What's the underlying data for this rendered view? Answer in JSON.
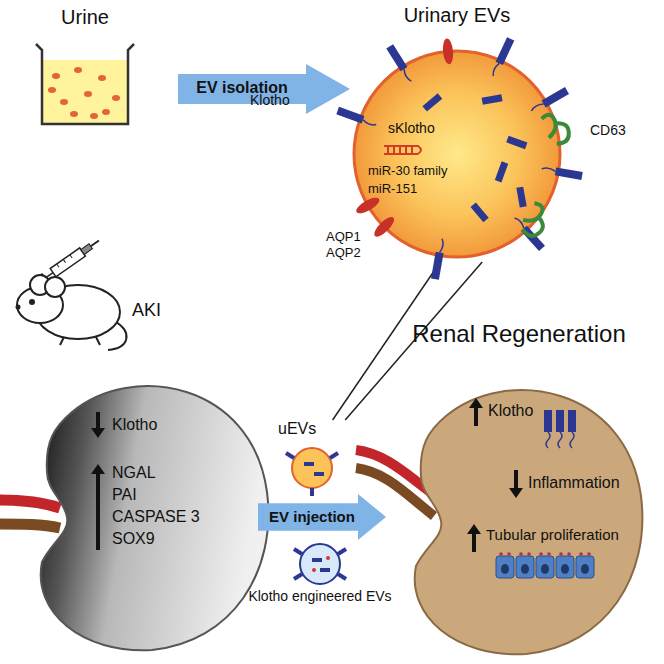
{
  "diagram": {
    "nodes": [
      {
        "text": [
          "Urine"
        ]
      },
      {
        "text": [
          "EV isolation"
        ]
      },
      {
        "text": [
          "Urinary EVs",
          "sKlotho",
          "miR-30 family",
          "miR-151"
        ]
      },
      {
        "text": [
          "Klotho",
          "NGAL",
          "PAI",
          "CASPASE 3",
          "SOX9"
        ]
      },
      {
        "text": [
          "uEVs"
        ]
      },
      {
        "text": [
          "EV injection"
        ]
      },
      {
        "text": [
          "Klotho engineered EVs"
        ]
      },
      {
        "text": [
          "Renal Regeneration",
          "Klotho",
          "Inflammation",
          "Tubular proliferation"
        ]
      }
    ],
    "edges": [
      {
        "from": 2,
        "to": 4,
        "arrow": "none"
      },
      {
        "from": 2,
        "to": 4,
        "arrow": "none"
      }
    ],
    "labels": [
      "Klotho",
      "CD63",
      "AQP1",
      "AQP2",
      "AKI"
    ]
  }
}
